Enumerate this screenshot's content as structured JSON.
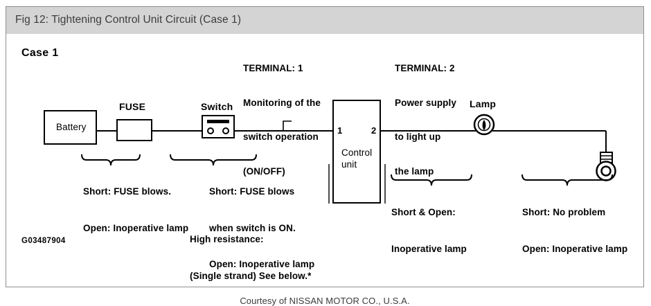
{
  "figure": {
    "title": "Fig 12: Tightening Control Unit Circuit (Case 1)",
    "case_label": "Case 1",
    "figure_code": "G03487904",
    "footer": "Courtesy of NISSAN MOTOR CO., U.S.A."
  },
  "components": {
    "battery": "Battery",
    "fuse": "FUSE",
    "switch": "Switch",
    "control_unit_line1": "Control",
    "control_unit_line2": "unit",
    "lamp": "Lamp",
    "terminal_1_number": "1",
    "terminal_2_number": "2"
  },
  "headers": {
    "terminal1": {
      "line1": "TERMINAL: 1",
      "line2": "Monitoring of the",
      "line3": "switch operation",
      "line4": "(ON/OFF)"
    },
    "terminal2": {
      "line1": "TERMINAL: 2",
      "line2": "Power supply",
      "line3": "to light up",
      "line4": "the lamp"
    }
  },
  "notes": {
    "battery_fuse": {
      "line1": "Short: FUSE blows.",
      "line2": "Open: Inoperative lamp"
    },
    "fuse_switch": {
      "line1": "Short: FUSE blows",
      "line2": "when switch is ON.",
      "line3": "Open: Inoperative lamp"
    },
    "high_resistance": {
      "line1": "High resistance:",
      "line2": "(Single strand) See below.*"
    },
    "control_lamp": {
      "line1": "Short & Open:",
      "line2": "Inoperative lamp"
    },
    "lamp_ground": {
      "line1": "Short: No problem",
      "line2": "Open: Inoperative lamp"
    }
  },
  "colors": {
    "title_bar": "#d4d4d4",
    "frame_border": "#8e8e8e",
    "ink": "#000000",
    "page": "#ffffff"
  },
  "icons": {
    "lamp": "lamp-icon",
    "ground": "ground-icon",
    "switch": "switch-icon"
  }
}
